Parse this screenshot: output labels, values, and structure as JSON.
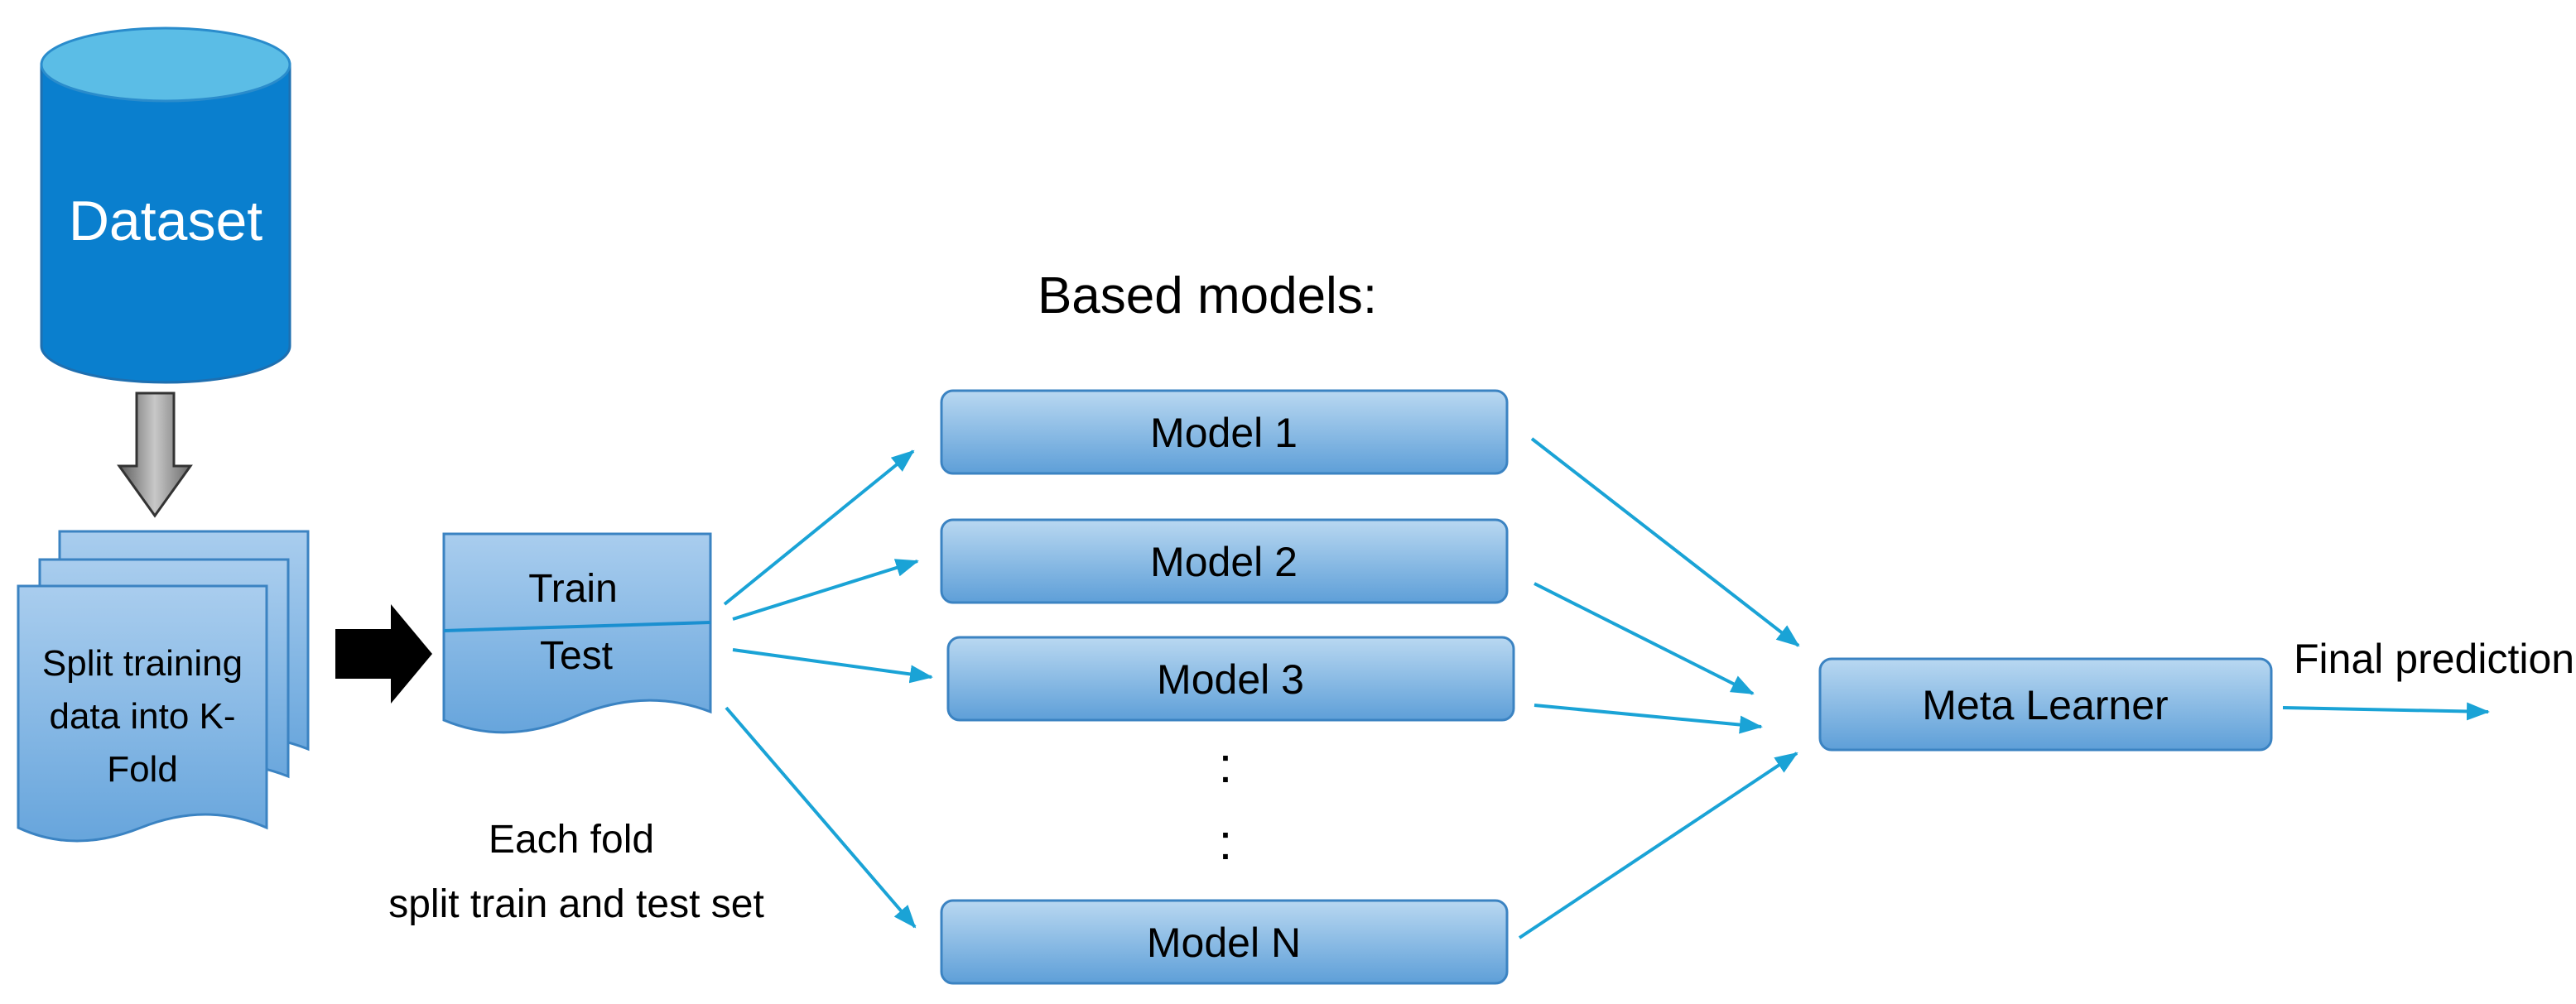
{
  "dataset": {
    "label": "Dataset",
    "color": "#0a7fce",
    "top_color": "#5bbde6"
  },
  "kfold": {
    "lines": [
      "Split training",
      "data into K-",
      "Fold"
    ]
  },
  "fold": {
    "train": "Train",
    "test": "Test",
    "caption": [
      "Each fold",
      "split train and test set"
    ]
  },
  "models": {
    "title": "Based models:",
    "items": [
      "Model 1",
      "Model 2",
      "Model 3",
      "Model N"
    ],
    "ellipsis": ":"
  },
  "meta": {
    "label": "Meta Learner"
  },
  "output": {
    "label": "Final prediction"
  },
  "colors": {
    "box_top": "#b4d5ef",
    "box_bottom": "#5d9ed8",
    "box_stroke": "#3b83c2",
    "arrow": "#1aa3d6",
    "dark_arrow": "#000000"
  }
}
